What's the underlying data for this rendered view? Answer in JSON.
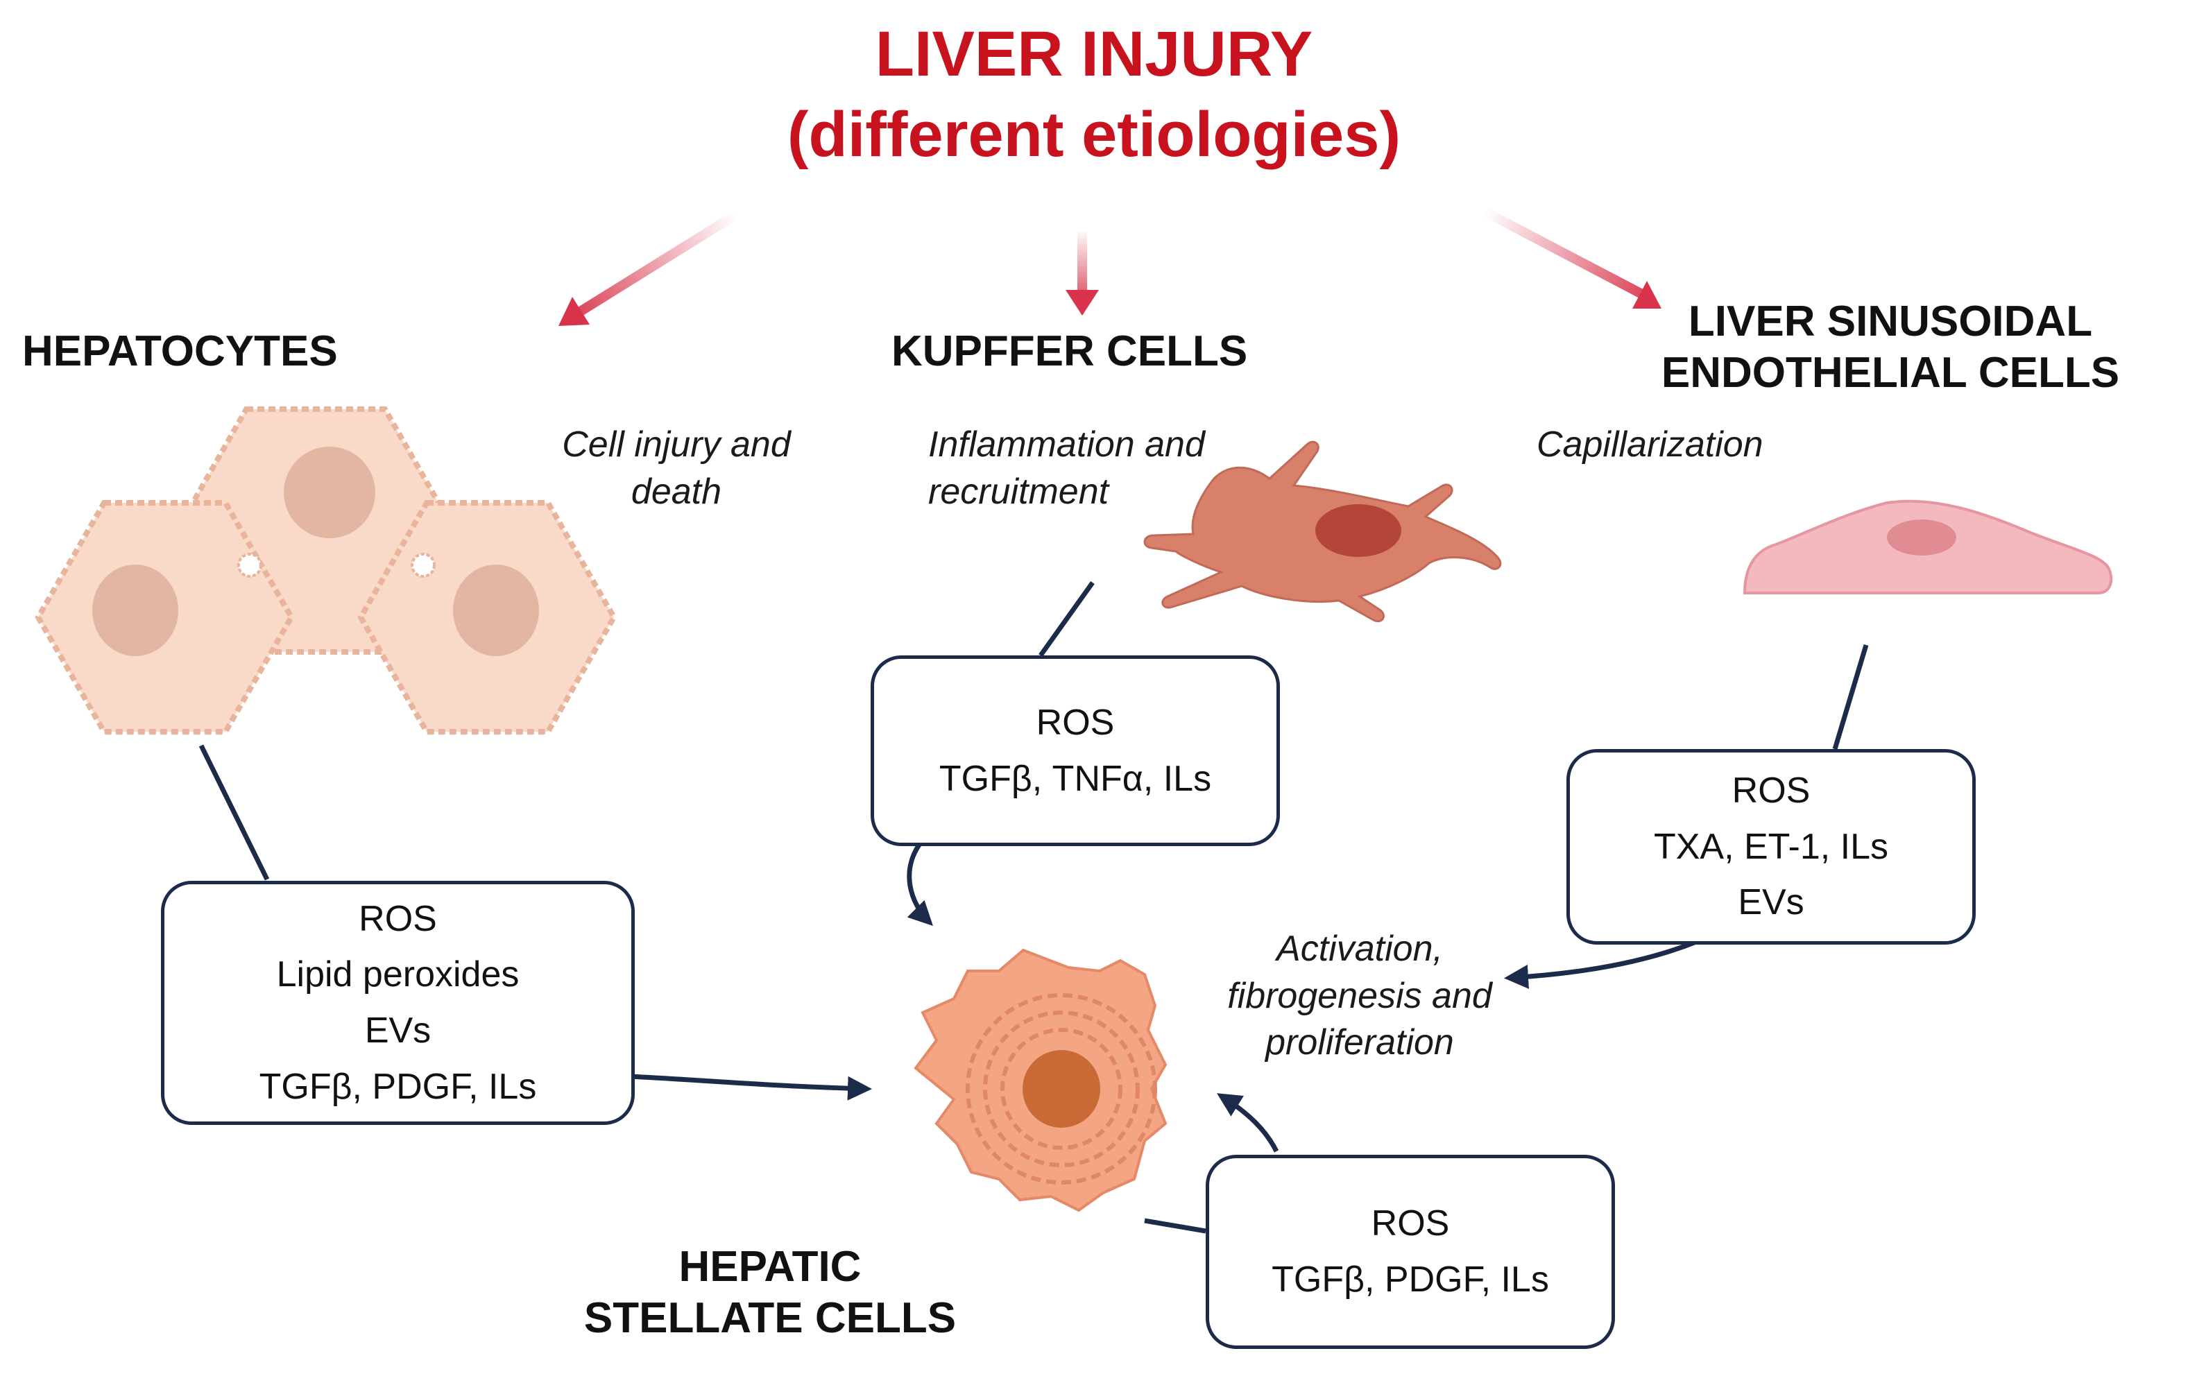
{
  "title": {
    "line1": "LIVER INJURY",
    "line2": "(different etiologies)"
  },
  "colors": {
    "title": "#c8121e",
    "box_border": "#1c2b4a",
    "connector": "#1c2b4a",
    "arrow_red": "#d8334a"
  },
  "hepatocytes": {
    "label": "HEPATOCYTES",
    "note": [
      "Cell injury and",
      "death"
    ],
    "mediators": [
      "ROS",
      "Lipid peroxides",
      "EVs",
      "TGFβ, PDGF, ILs"
    ]
  },
  "kupffer": {
    "label": "KUPFFER CELLS",
    "note": [
      "Inflammation and",
      "recruitment"
    ],
    "mediators": [
      "ROS",
      "TGFβ, TNFα, ILs"
    ]
  },
  "lsec": {
    "label": [
      "LIVER SINUSOIDAL",
      "ENDOTHELIAL CELLS"
    ],
    "note": "Capillarization",
    "mediators": [
      "ROS",
      "TXA, ET-1, ILs",
      "EVs"
    ]
  },
  "stellate": {
    "label": [
      "HEPATIC",
      "STELLATE CELLS"
    ],
    "note": [
      "Activation,",
      "fibrogenesis and",
      "proliferation"
    ],
    "mediators": [
      "ROS",
      "TGFβ, PDGF, ILs"
    ]
  }
}
